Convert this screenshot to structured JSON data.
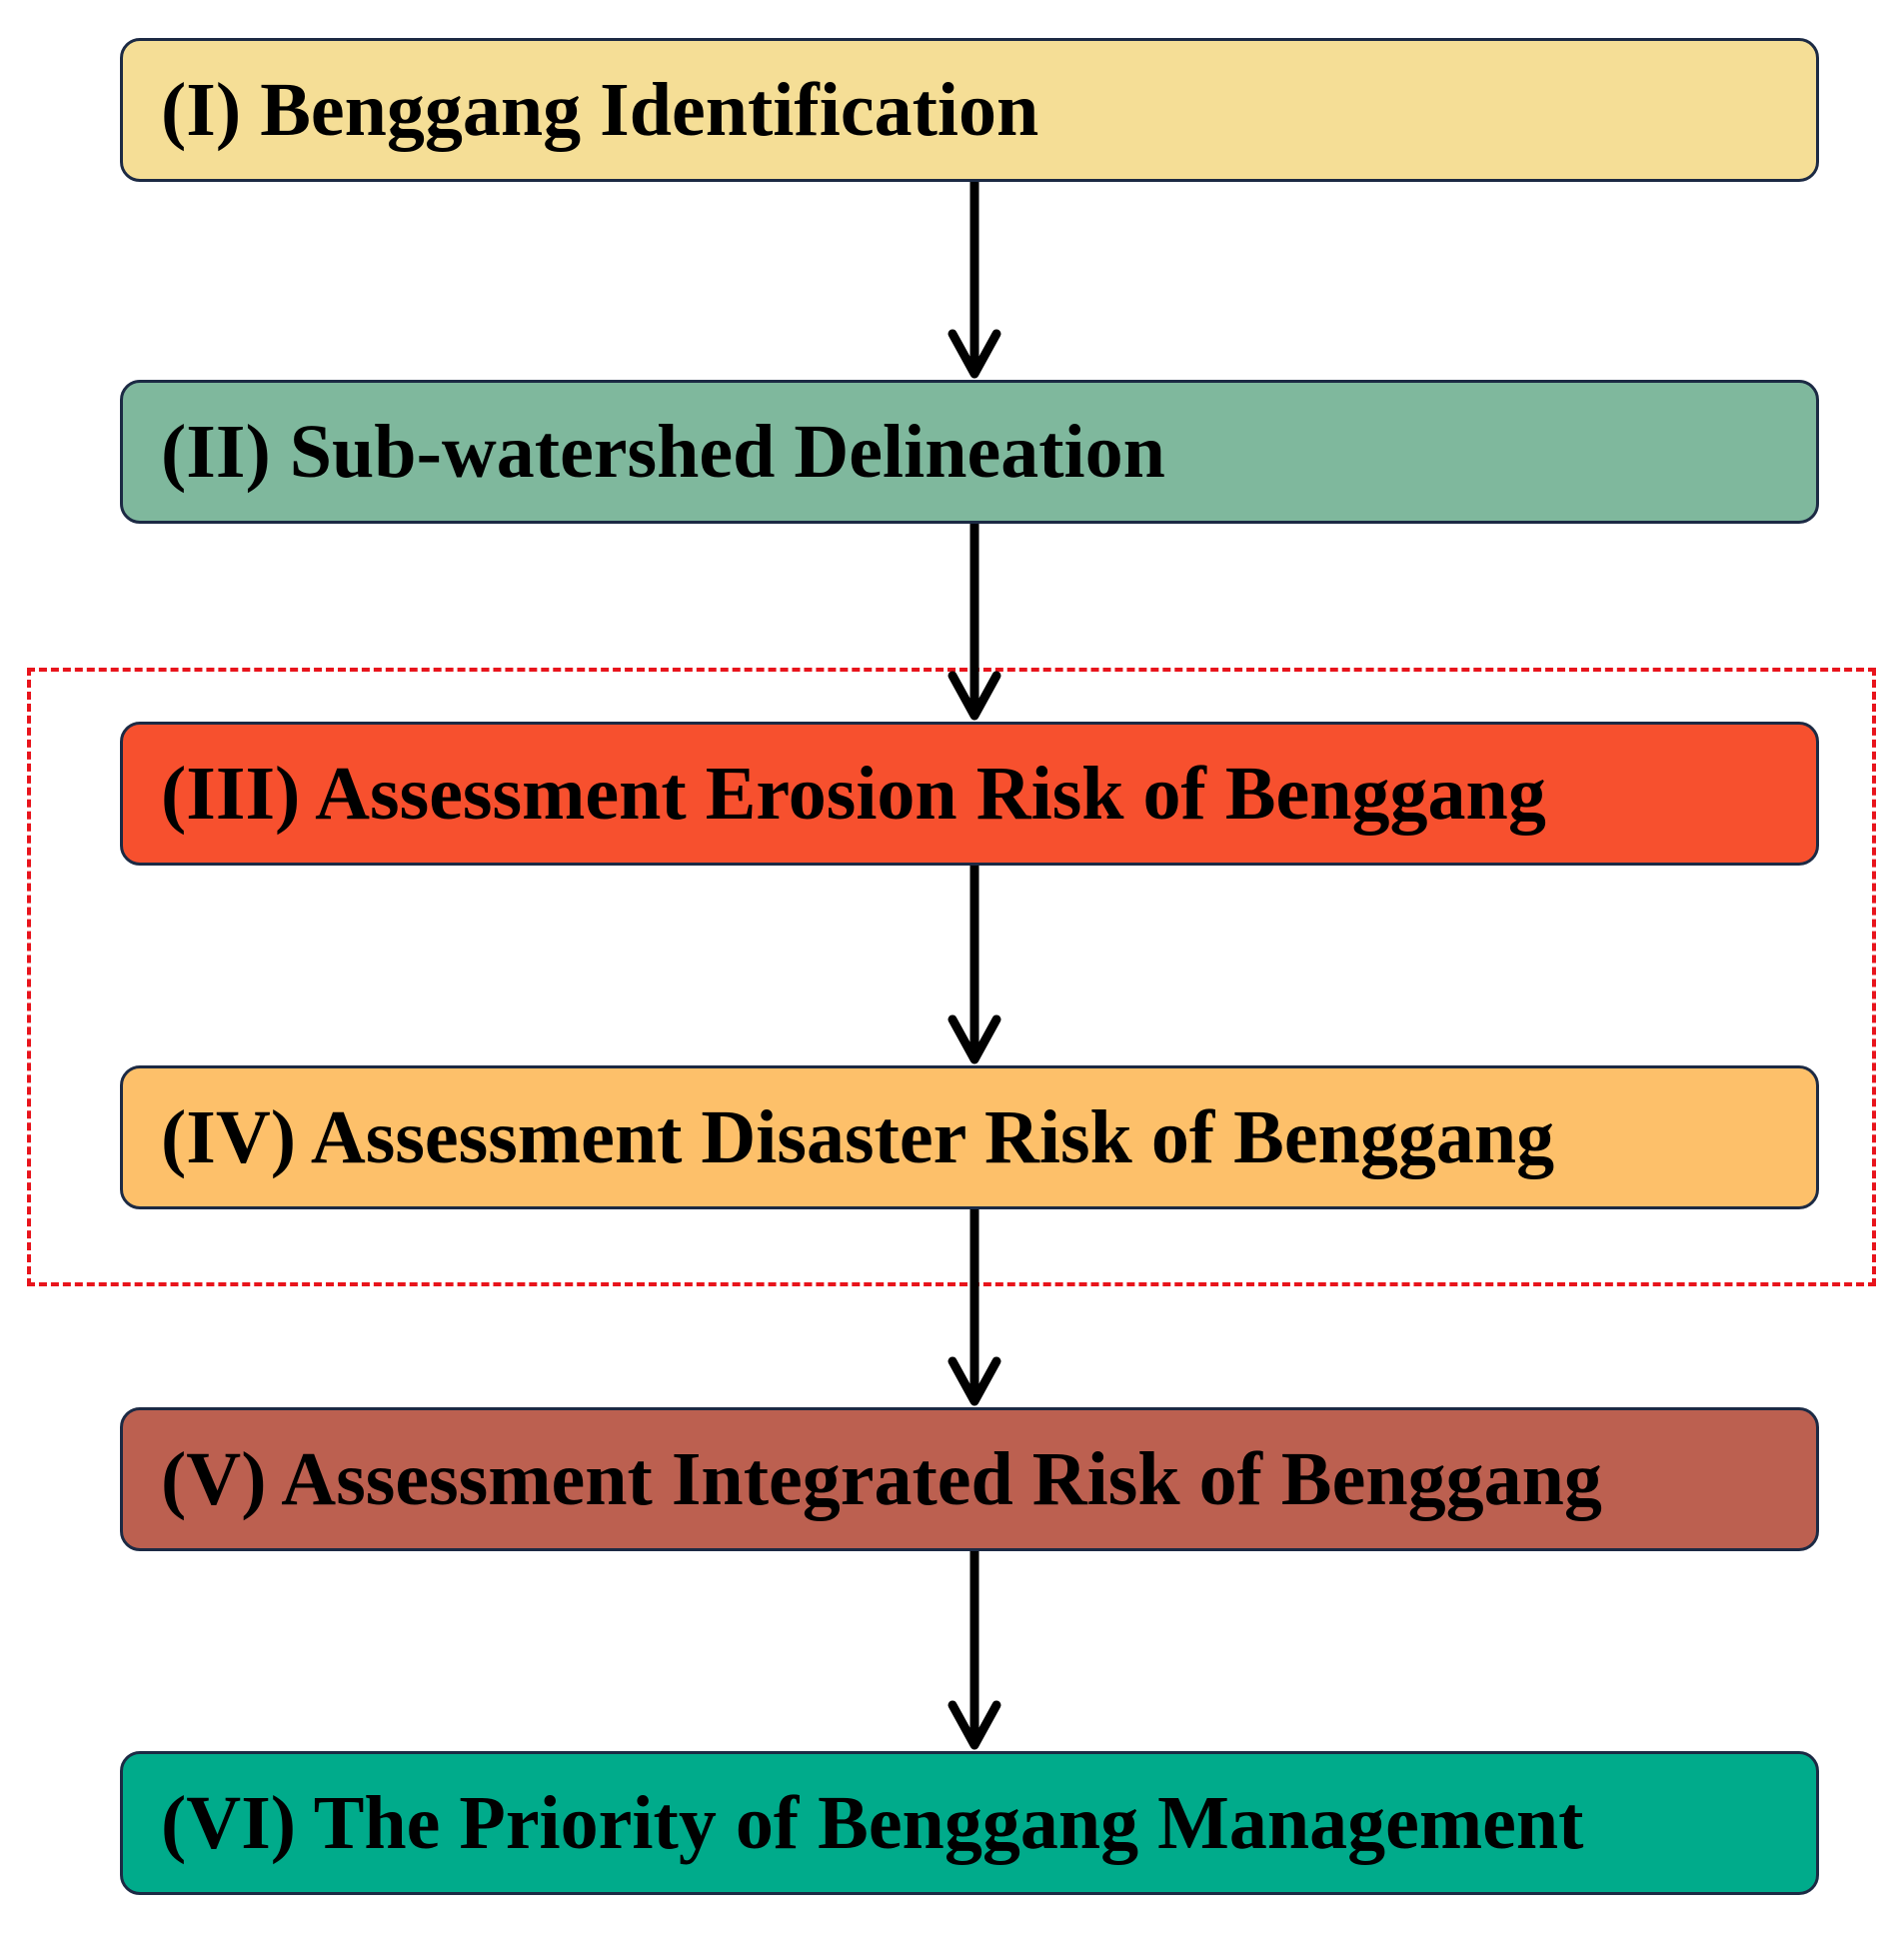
{
  "steps": [
    {
      "label": "(I) Benggang Identification",
      "color": "#f5de96"
    },
    {
      "label": "(II) Sub-watershed Delineation",
      "color": "#7fb89d"
    },
    {
      "label": "(III) Assessment Erosion Risk of Benggang",
      "color": "#f7502e"
    },
    {
      "label": "(IV) Assessment Disaster Risk of Benggang",
      "color": "#fdc06a"
    },
    {
      "label": "(V) Assessment Integrated Risk of Benggang",
      "color": "#bc6050"
    },
    {
      "label": "(VI) The Priority of Benggang Management",
      "color": "#00ab8b"
    }
  ],
  "group": {
    "color": "#e8141c",
    "covers_steps": [
      3,
      4
    ]
  },
  "connector_color": "#000000",
  "box_border_color": "#1c2a44"
}
